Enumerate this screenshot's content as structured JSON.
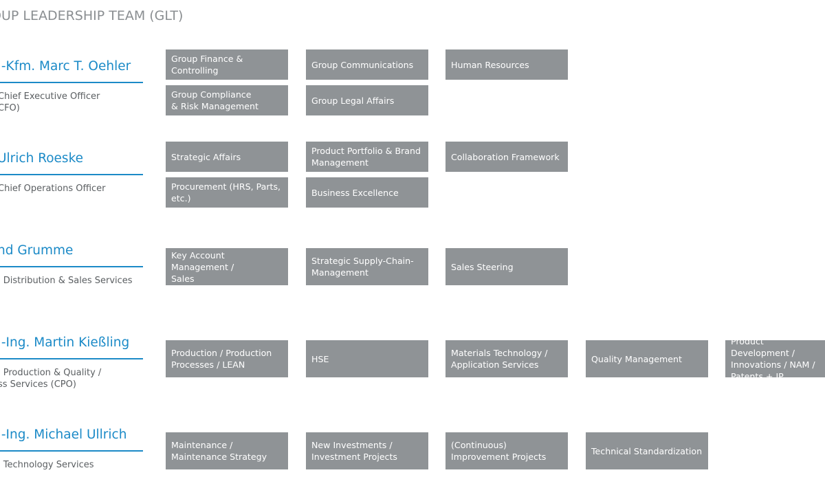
{
  "title": "OUP LEADERSHIP TEAM (GLT)",
  "colors": {
    "name_blue": "#1b8ac7",
    "box_grey": "#8f9396",
    "title_grey": "#8a8e91",
    "role_text": "#5a5e61"
  },
  "members": [
    {
      "name": ".-Kfm. Marc T. Oehler",
      "role": " Chief Executive Officer\nCFO)",
      "units": [
        "Group Finance & Controlling",
        "Group Communications",
        "Human Resources",
        "Group Compliance\n& Risk Management",
        "Group Legal Affairs"
      ]
    },
    {
      "name": "Ulrich Roeske",
      "role": " Chief Operations Officer",
      "units": [
        "Strategic Affairs",
        "Product Portfolio & Brand\nManagement",
        "Collaboration Framework",
        "Procurement (HRS, Parts,\netc.)",
        "Business Excellence"
      ]
    },
    {
      "name": "nd Grumme",
      "role": "l Distribution & Sales Services",
      "units": [
        "Key Account Management /\nSales",
        "Strategic Supply-Chain-\nManagement",
        "Sales Steering"
      ]
    },
    {
      "name": ".-Ing. Martin Kießling",
      "role": "l Production & Quality /\nss Services (CPO)",
      "units": [
        "Production / Production\nProcesses / LEAN",
        "HSE",
        "Materials Technology /\nApplication Services",
        "Quality Management",
        "Product Development /\nInnovations / NAM /\nPatents + IP"
      ]
    },
    {
      "name": ".-Ing. Michael Ullrich",
      "role": "l Technology Services",
      "units": [
        "Maintenance /\nMaintenance Strategy",
        "New Investments /\nInvestment Projects",
        "(Continuous)\nImprovement Projects",
        "Technical Standardization"
      ]
    }
  ]
}
